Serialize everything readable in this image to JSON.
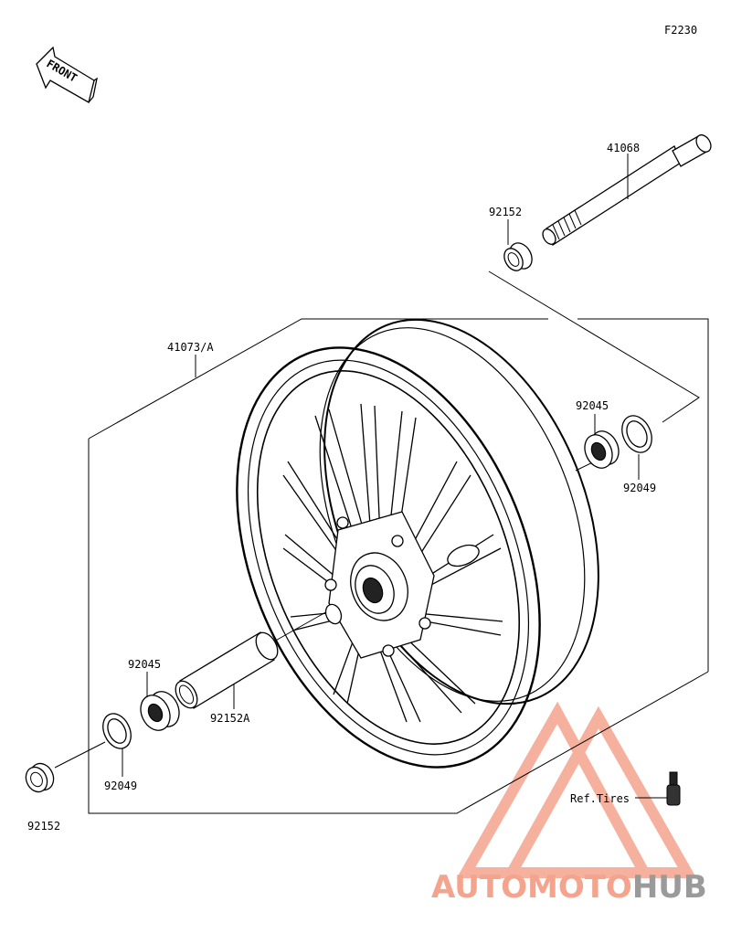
{
  "diagram": {
    "code": "F2230",
    "front_label": "FRONT",
    "ref_label": "Ref.Tires",
    "parts": {
      "axle": "41068",
      "collar_top": "92152",
      "wheel": "41073/A",
      "bearing_right": "92045",
      "seal_right": "92049",
      "bearing_left": "92045",
      "spacer": "92152A",
      "seal_left": "92049",
      "collar_left": "92152"
    }
  },
  "watermark": {
    "part1": "AUTO",
    "part2": "MOTO",
    "part3": "HUB",
    "color_primary": "#f4a48c",
    "color_secondary": "#9a9a9a"
  }
}
